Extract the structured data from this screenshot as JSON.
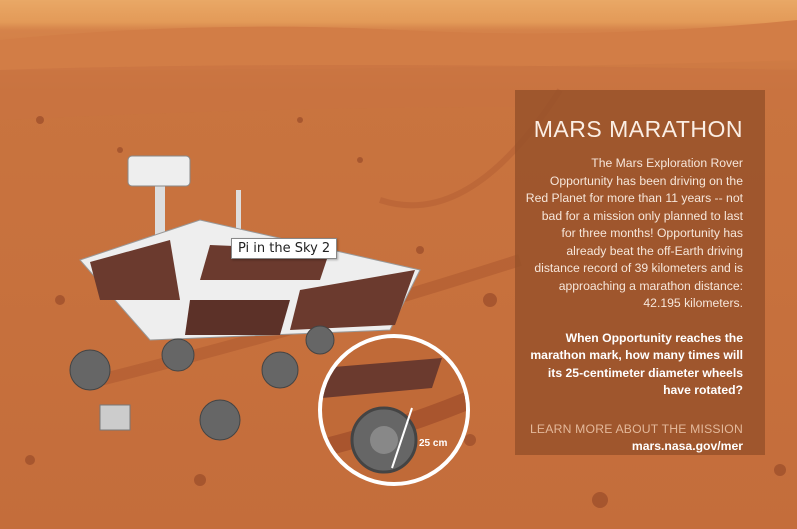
{
  "panel": {
    "title": "MARS MARATHON",
    "body": "The Mars Exploration Rover Opportunity has been driving on the Red Planet for more than 11 years -- not bad for a mission only planned to last for three months! Opportunity has already beat the off-Earth driving distance record of 39 kilometers and is approaching a marathon distance: 42.195 kilometers.",
    "question": "When Opportunity reaches the marathon mark, how many times will its 25-centimeter diameter wheels have rotated?",
    "learn_more": "LEARN MORE ABOUT THE MISSION",
    "url": "mars.nasa.gov/mer"
  },
  "tooltip": "Pi in the Sky 2",
  "inset": {
    "wheel_label": "25 cm"
  },
  "colors": {
    "sky": "#e9a866",
    "ground": "#c46d3b",
    "panel": "#96502a"
  }
}
